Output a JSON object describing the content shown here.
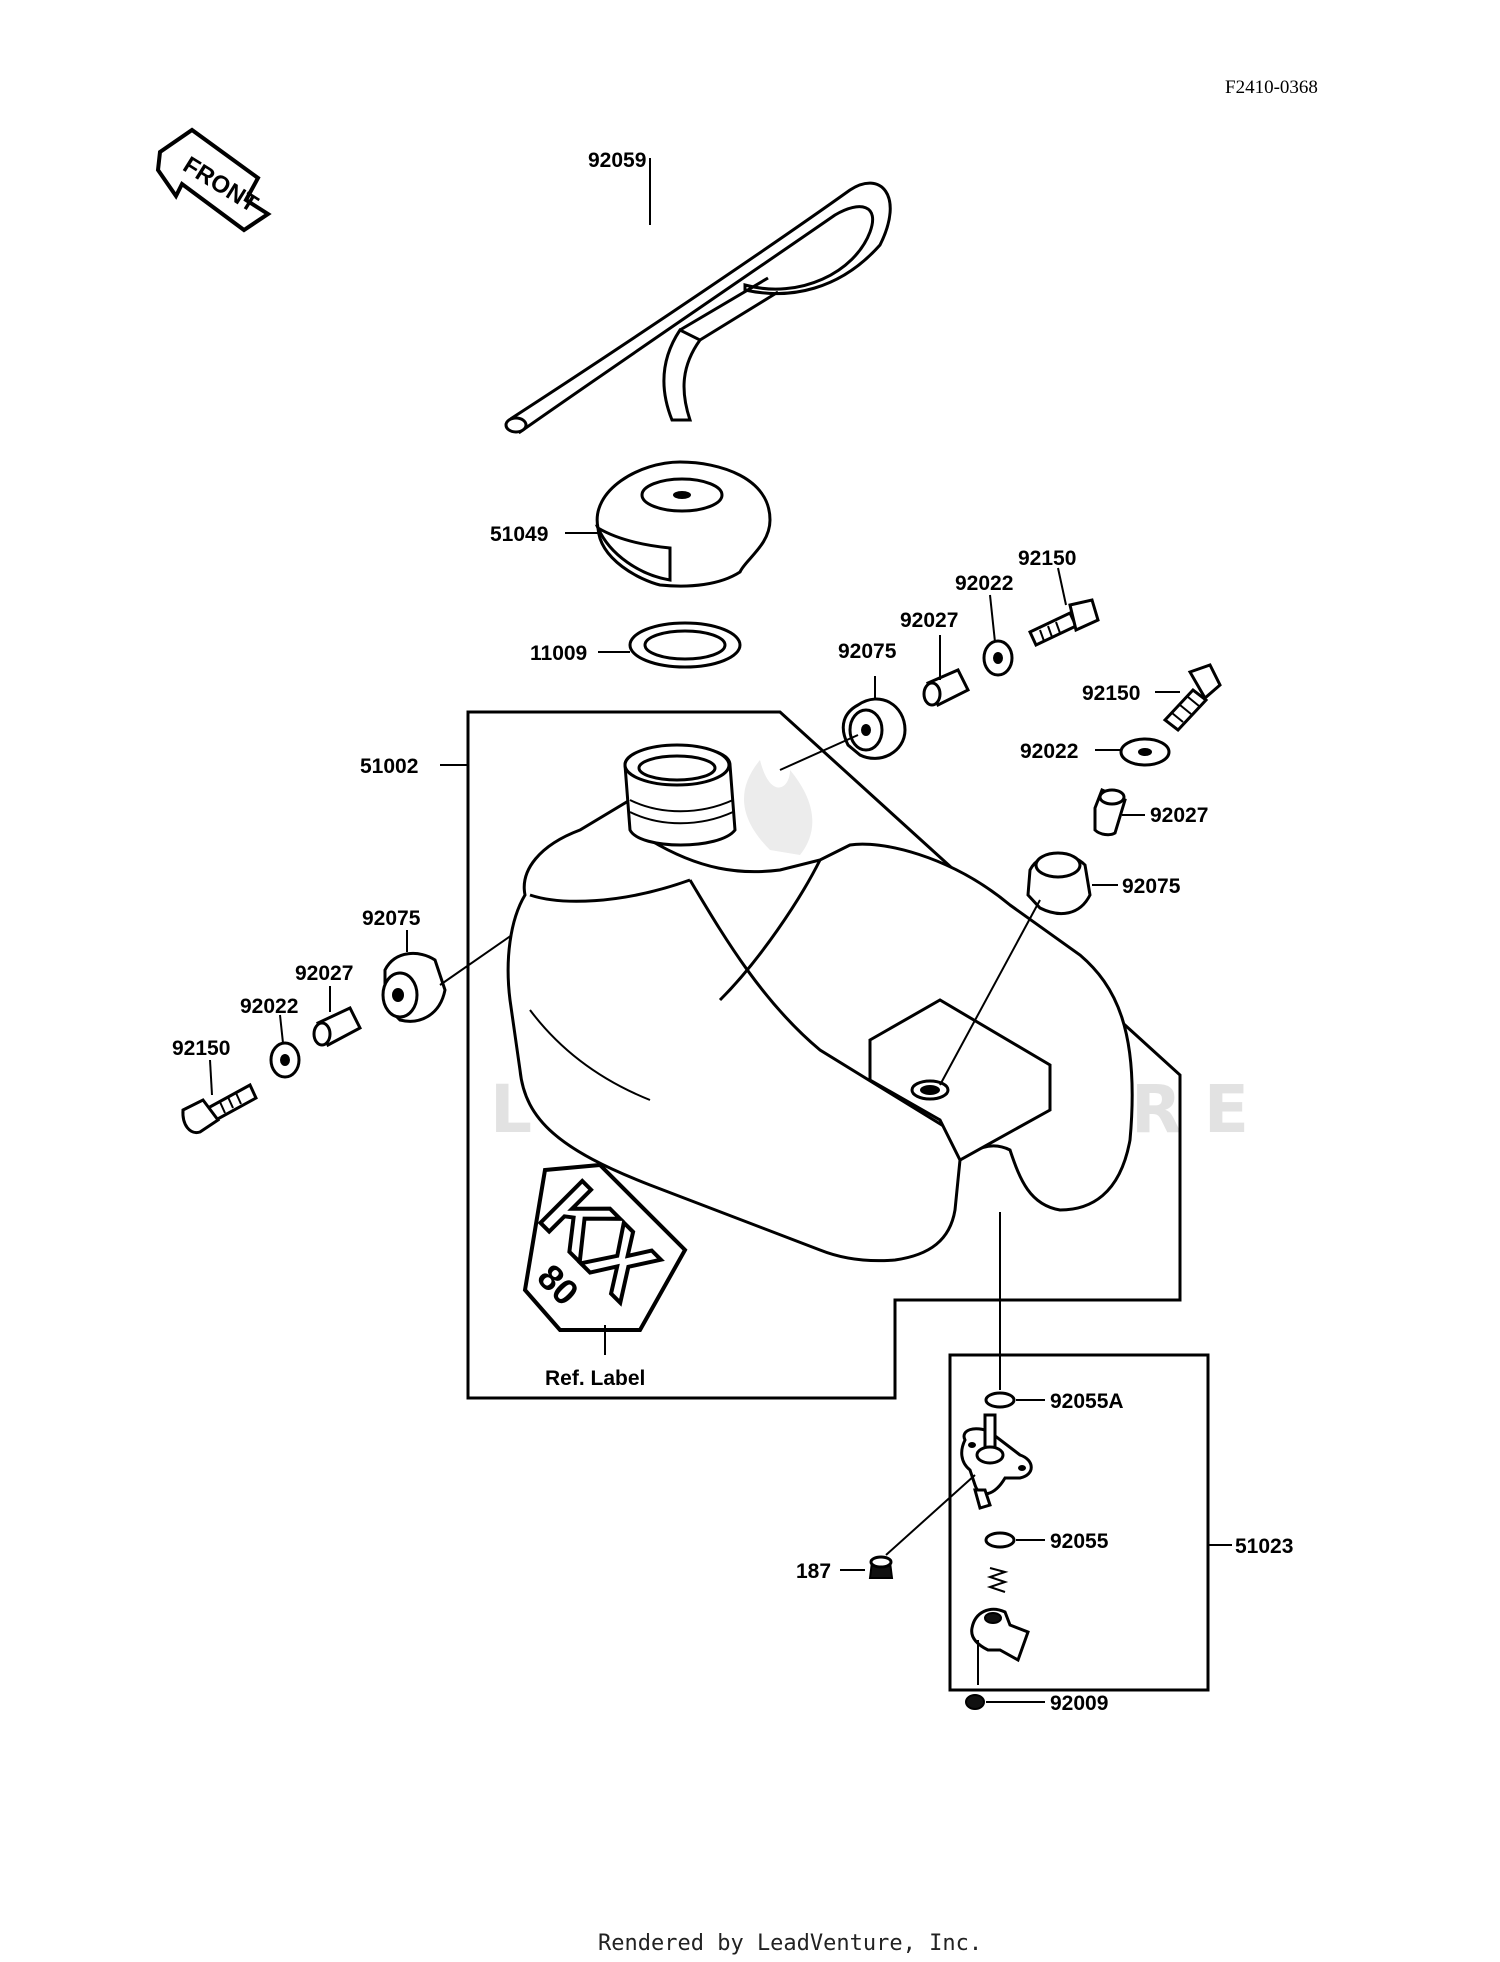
{
  "diagram_code": "F2410-0368",
  "front_arrow": {
    "text": "FRONT",
    "icon": "front-arrow-icon"
  },
  "ref_label": "Ref. Label",
  "decal": {
    "line1": "KX",
    "line2": "80"
  },
  "watermark": "LEADVENTURE",
  "footer": "Rendered by LeadVenture, Inc.",
  "parts": {
    "hose": "92059",
    "cap": "51049",
    "gasket": "11009",
    "tank": "51002",
    "grommet_a": "92075",
    "collar_a": "92027",
    "washer_a": "92022",
    "bolt_a": "92150",
    "bolt_b": "92150",
    "washer_b": "92022",
    "collar_b": "92027",
    "grommet_b": "92075",
    "grommet_c": "92075",
    "collar_c": "92027",
    "washer_c": "92022",
    "bolt_c": "92150",
    "oring_a": "92055A",
    "oring_b": "92055",
    "fuel_cock": "51023",
    "screw_187": "187",
    "screw_92009": "92009"
  }
}
